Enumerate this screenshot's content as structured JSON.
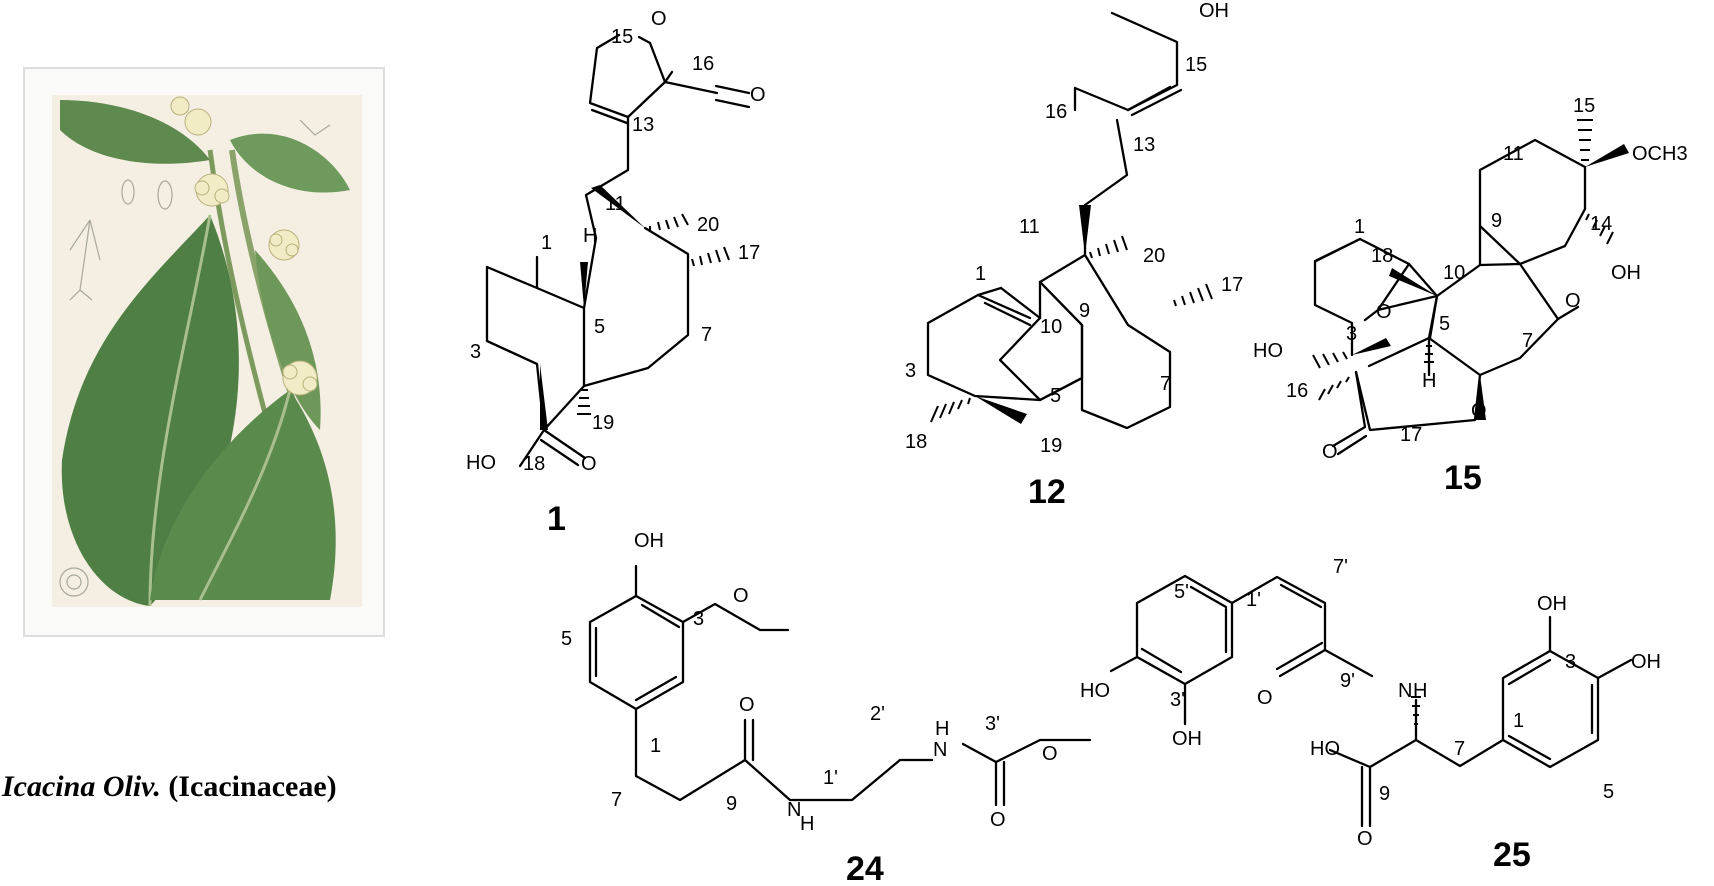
{
  "caption": {
    "genus": "Icacina Oliv.",
    "family": "(Icacinaceae)"
  },
  "compounds": [
    {
      "id": "1",
      "atom_labels": [
        "15",
        "O",
        "16",
        "O",
        "13",
        "11",
        "20",
        "17",
        "H",
        "1",
        "3",
        "5",
        "7",
        "19",
        "HO",
        "18",
        "O"
      ]
    },
    {
      "id": "12",
      "atom_labels": [
        "OH",
        "15",
        "16",
        "13",
        "11",
        "20",
        "1",
        "9",
        "17",
        "10",
        "3",
        "5",
        "7",
        "18",
        "19"
      ]
    },
    {
      "id": "15",
      "atom_labels": [
        "15",
        "OCH3",
        "11",
        "1",
        "9",
        "14",
        "18",
        "10",
        "OH",
        "O",
        "O",
        "5",
        "7",
        "HO",
        "3",
        "H",
        "16",
        "O",
        "17",
        "O"
      ]
    },
    {
      "id": "24",
      "atom_labels": [
        "OH",
        "3",
        "O",
        "5",
        "O",
        "1",
        "2'",
        "N",
        "H",
        "3'",
        "O",
        "1'",
        "7",
        "9",
        "N",
        "H",
        "O"
      ]
    },
    {
      "id": "25",
      "atom_labels": [
        "7'",
        "5'",
        "1'",
        "OH",
        "3",
        "OH",
        "HO",
        "O",
        "9'",
        "N",
        "H",
        "3'",
        "1",
        "OH",
        "7",
        "HO",
        "9",
        "5",
        "O"
      ]
    }
  ]
}
